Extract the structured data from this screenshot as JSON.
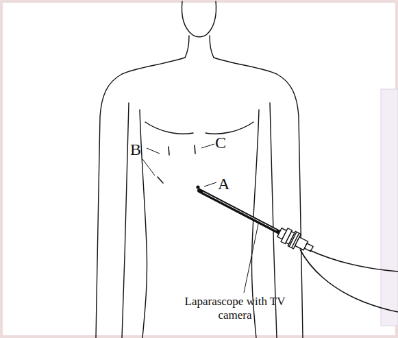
{
  "diagram": {
    "labels": [
      "B",
      "C",
      "A",
      "Laparascope with TV camera"
    ]
  }
}
